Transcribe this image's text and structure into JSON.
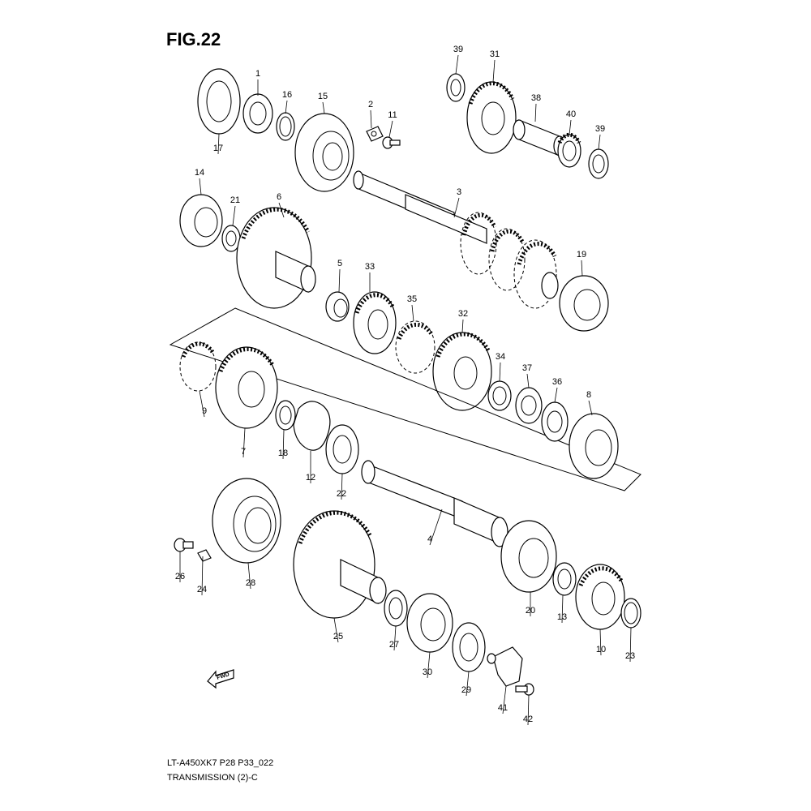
{
  "figure": {
    "title": "FIG.22",
    "code": "LT-A450XK7 P28 P33_022",
    "caption": "TRANSMISSION (2)-C"
  },
  "fwd_label": "FWD",
  "callouts": [
    {
      "id": "c1",
      "label": "1"
    },
    {
      "id": "c2",
      "label": "2"
    },
    {
      "id": "c3",
      "label": "3"
    },
    {
      "id": "c4",
      "label": "4"
    },
    {
      "id": "c5",
      "label": "5"
    },
    {
      "id": "c6",
      "label": "6"
    },
    {
      "id": "c7",
      "label": "7"
    },
    {
      "id": "c8",
      "label": "8"
    },
    {
      "id": "c9",
      "label": "9"
    },
    {
      "id": "c10",
      "label": "10"
    },
    {
      "id": "c11",
      "label": "11"
    },
    {
      "id": "c12",
      "label": "12"
    },
    {
      "id": "c13",
      "label": "13"
    },
    {
      "id": "c14",
      "label": "14"
    },
    {
      "id": "c15",
      "label": "15"
    },
    {
      "id": "c16",
      "label": "16"
    },
    {
      "id": "c17",
      "label": "17"
    },
    {
      "id": "c18",
      "label": "18"
    },
    {
      "id": "c19",
      "label": "19"
    },
    {
      "id": "c20",
      "label": "20"
    },
    {
      "id": "c21",
      "label": "21"
    },
    {
      "id": "c22",
      "label": "22"
    },
    {
      "id": "c23",
      "label": "23"
    },
    {
      "id": "c24",
      "label": "24"
    },
    {
      "id": "c25",
      "label": "25"
    },
    {
      "id": "c26",
      "label": "26"
    },
    {
      "id": "c27",
      "label": "27"
    },
    {
      "id": "c28",
      "label": "28"
    },
    {
      "id": "c29",
      "label": "29"
    },
    {
      "id": "c30",
      "label": "30"
    },
    {
      "id": "c31",
      "label": "31"
    },
    {
      "id": "c32",
      "label": "32"
    },
    {
      "id": "c33",
      "label": "33"
    },
    {
      "id": "c34",
      "label": "34"
    },
    {
      "id": "c35",
      "label": "35"
    },
    {
      "id": "c36",
      "label": "36"
    },
    {
      "id": "c37",
      "label": "37"
    },
    {
      "id": "c38",
      "label": "38"
    },
    {
      "id": "c39a",
      "label": "39"
    },
    {
      "id": "c39b",
      "label": "39"
    },
    {
      "id": "c40",
      "label": "40"
    },
    {
      "id": "c41",
      "label": "41"
    },
    {
      "id": "c42",
      "label": "42"
    }
  ]
}
